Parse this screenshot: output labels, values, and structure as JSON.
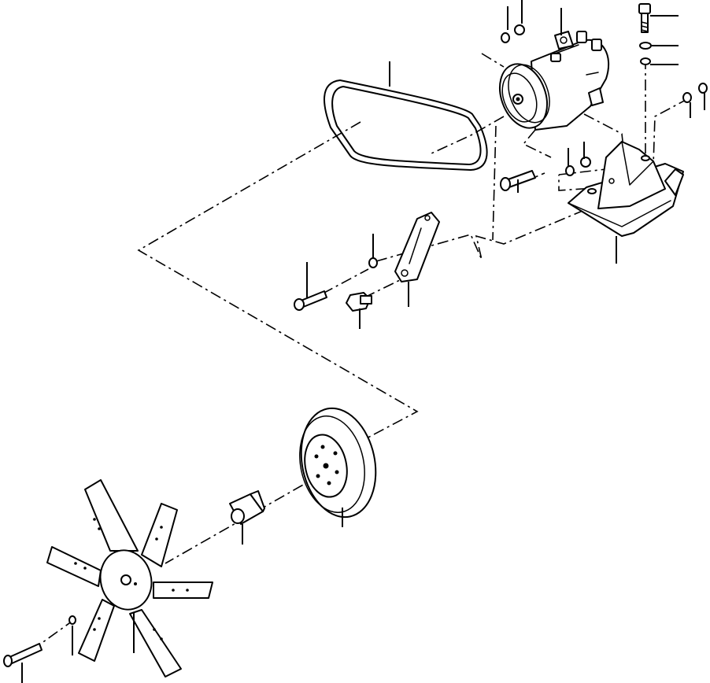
{
  "diagram": {
    "kind": "exploded-parts-view",
    "parts": [
      {
        "id": "drive-belt"
      },
      {
        "id": "ac-compressor"
      },
      {
        "id": "compressor-bracket"
      },
      {
        "id": "adjusting-strap"
      },
      {
        "id": "pulley"
      },
      {
        "id": "spacer"
      },
      {
        "id": "fan"
      }
    ]
  }
}
